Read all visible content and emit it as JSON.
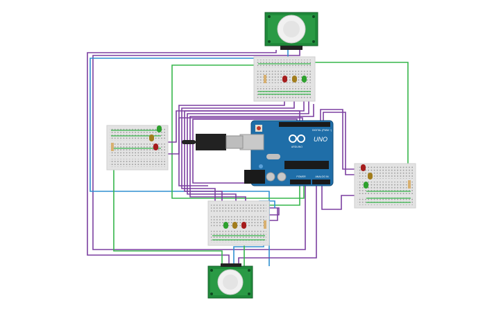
{
  "board": {
    "model_label": "UNO",
    "brand_label": "ARDUINO",
    "digital_label": "DIGITAL (PWM ~)",
    "power_label": "POWER",
    "analog_label": "ANALOG IN"
  },
  "colors": {
    "wire_purple": "#7b3fa0",
    "wire_green": "#35b54a",
    "wire_blue": "#2f8fd0",
    "board_blue": "#1f6ea8",
    "pcb_green": "#1f8a3a",
    "breadboard": "#e3e3e3",
    "led_green": "#2ea12e",
    "led_red": "#a61d1d",
    "led_amber": "#a27d1c"
  },
  "components": {
    "pir_sensors": [
      "pir-top",
      "pir-bottom"
    ],
    "breadboards": [
      "breadboard-top",
      "breadboard-left",
      "breadboard-right",
      "breadboard-bottom"
    ],
    "led_colors_per_board": [
      "red",
      "amber",
      "green"
    ]
  }
}
